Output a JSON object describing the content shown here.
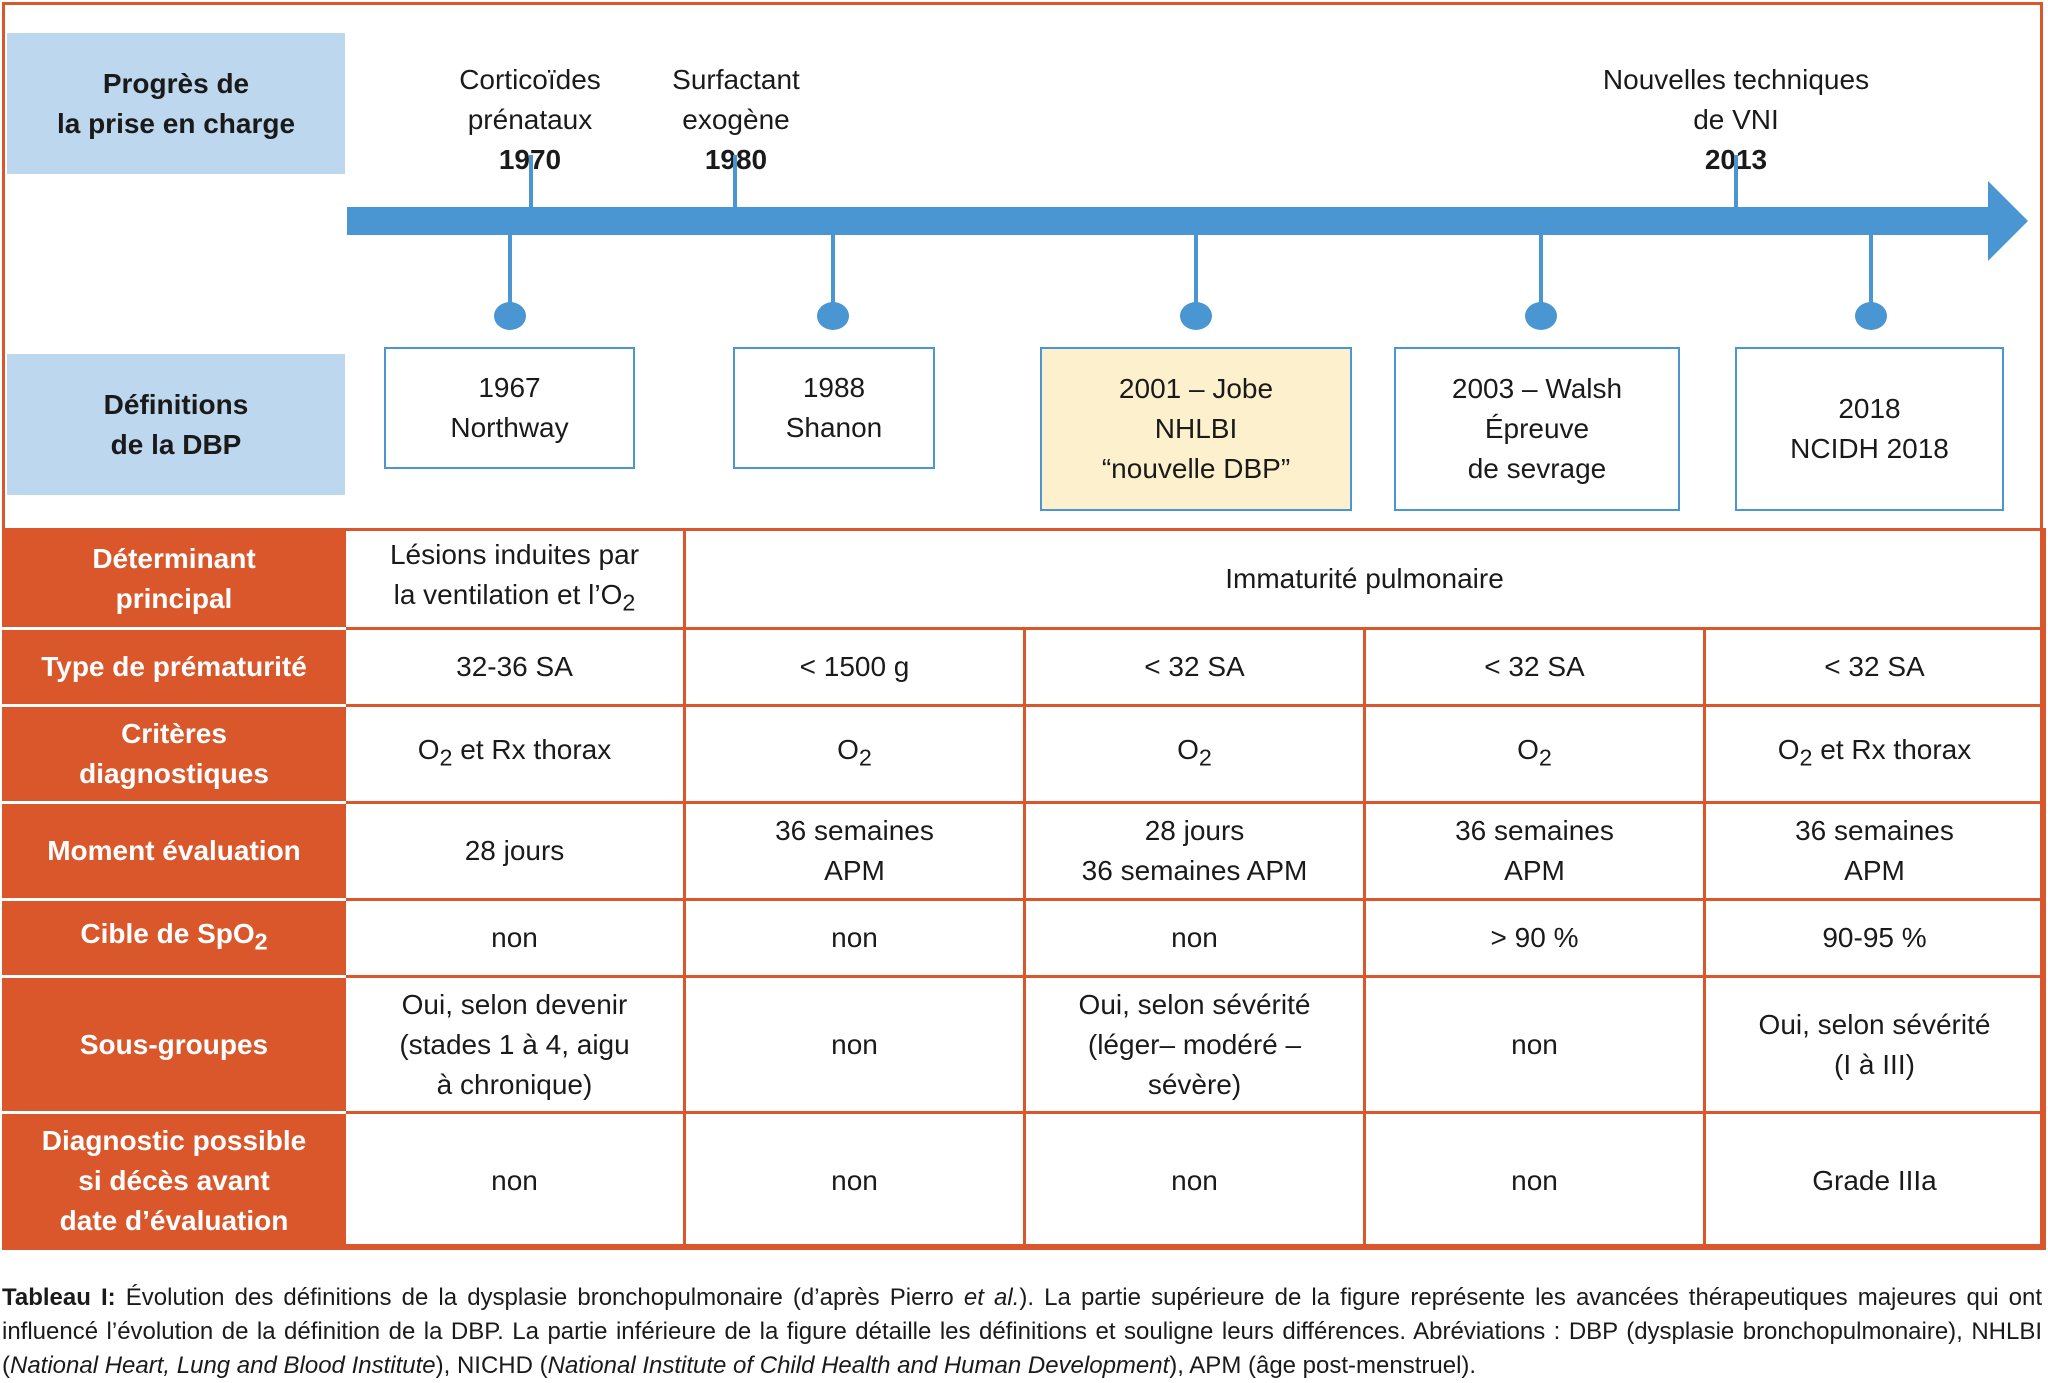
{
  "labels": {
    "progres": "Progrès de\nla prise en charge",
    "definitions": "Définitions\nde la DBP"
  },
  "milestones": [
    {
      "text": "Corticoïdes\nprénataux",
      "year": "1970"
    },
    {
      "text": "Surfactant\nexogène",
      "year": "1980"
    },
    {
      "text": "Nouvelles techniques\nde VNI",
      "year": "2013"
    }
  ],
  "definitions": [
    {
      "text": "1967\nNorthway"
    },
    {
      "text": "1988\nShanon"
    },
    {
      "text": "2001 – Jobe\nNHLBI\n“nouvelle DBP”"
    },
    {
      "text": "2003 – Walsh\nÉpreuve\nde sevrage"
    },
    {
      "text": "2018\nNCIDH 2018"
    }
  ],
  "table": {
    "determinant": {
      "label": "Déterminant\nprincipal",
      "c1_pre": "Lésions induites par\nla ventilation et l’O",
      "c1_sub": "2",
      "c2": "Immaturité pulmonaire"
    },
    "type": {
      "label": "Type de prématurité",
      "cells": [
        "32-36 SA",
        "< 1500 g",
        "< 32 SA",
        "< 32 SA",
        "< 32 SA"
      ]
    },
    "criteres": {
      "label": "Critères\ndiagnostiques",
      "o": "O",
      "sub": "2",
      "rx": " et Rx thorax"
    },
    "moment": {
      "label": "Moment évaluation",
      "cells": [
        "28 jours",
        "36 semaines\nAPM",
        "28 jours\n36 semaines APM",
        "36 semaines\nAPM",
        "36 semaines\nAPM"
      ]
    },
    "cible": {
      "label_pre": "Cible de SpO",
      "label_sub": "2",
      "cells": [
        "non",
        "non",
        "non",
        "> 90 %",
        "90-95 %"
      ]
    },
    "sousgroupes": {
      "label": "Sous-groupes",
      "cells": [
        "Oui, selon devenir\n(stades 1 à 4, aigu\nà chronique)",
        "non",
        "Oui, selon sévérité\n(léger– modéré –\nsévère)",
        "non",
        "Oui, selon sévérité\n(I à III)"
      ]
    },
    "diagnostic": {
      "label": "Diagnostic possible\nsi décès avant\ndate d’évaluation",
      "cells": [
        "non",
        "non",
        "non",
        "non",
        "Grade IIIa"
      ]
    }
  },
  "caption": {
    "lead": "Tableau I:",
    "t1": " Évolution des définitions de la dysplasie bronchopulmonaire (d’après Pierro ",
    "i1": "et al.",
    "t2": "). La partie supérieure de la figure représente les avancées thérapeutiques majeures qui ont influencé l’évolution de la définition de la DBP. La partie inférieure de la figure détaille les définitions et souligne leurs différences. Abréviations : DBP (dysplasie bronchopulmonaire), NHLBI (",
    "i2": "National Heart, Lung and Blood Institute",
    "t3": "), NICHD (",
    "i3": "National Institute of Child Health and Human Development",
    "t4": "), APM (âge post-menstruel)."
  },
  "colors": {
    "orange": "#d9572a",
    "blue": "#4a96d2",
    "lightblue": "#bdd7ee",
    "highlight": "#fdf1cd"
  }
}
